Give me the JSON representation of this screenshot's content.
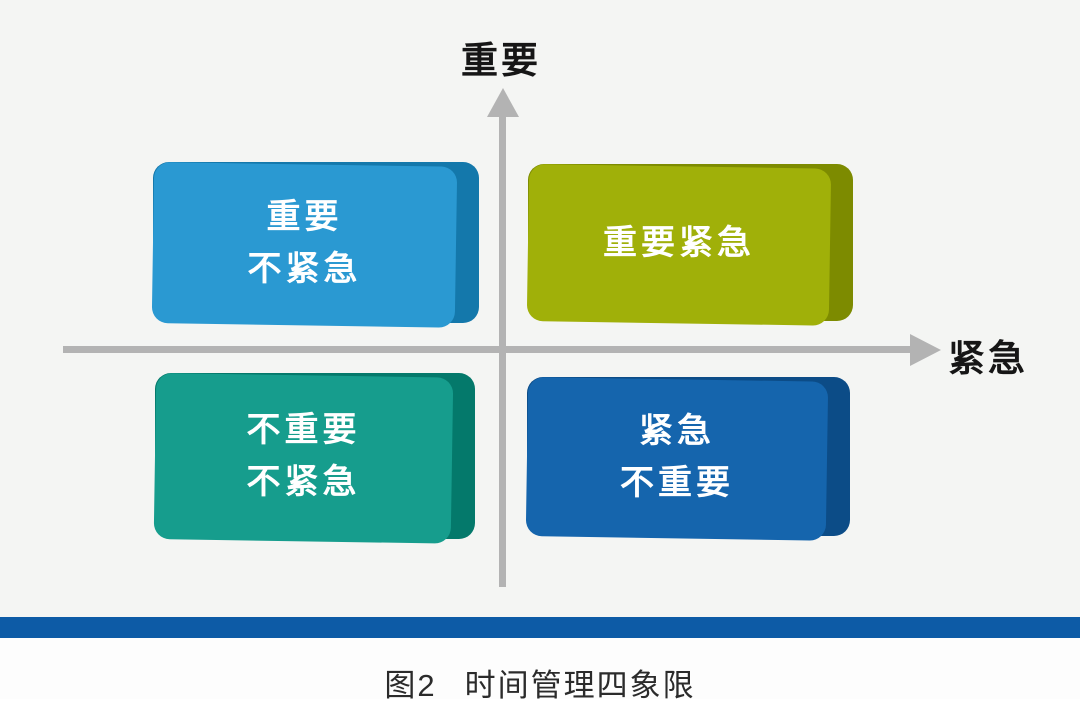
{
  "figure": {
    "caption_label": "图2",
    "caption_title": "时间管理四象限"
  },
  "axes": {
    "y_axis_label": "重要",
    "x_axis_label": "紧急",
    "axis_color": "#b3b3b3"
  },
  "quadrants": {
    "top_left": {
      "line1": "重要",
      "line2": "不紧急",
      "fill": "#2a99d2",
      "edge": "#1478ab"
    },
    "top_right": {
      "line1": "重要紧急",
      "fill": "#a0b009",
      "edge": "#7d8b00"
    },
    "bottom_left": {
      "line1": "不重要",
      "line2": "不紧急",
      "fill": "#169d8d",
      "edge": "#04796b"
    },
    "bottom_right": {
      "line1": "紧急",
      "line2": "不重要",
      "fill": "#1565ad",
      "edge": "#0c4c87"
    }
  },
  "colors": {
    "canvas_background": "#f4f5f3",
    "divider_bar": "#0d5ba6",
    "footer_background": "#fdfdfd",
    "box_text": "#ffffff",
    "label_text": "#161616"
  }
}
